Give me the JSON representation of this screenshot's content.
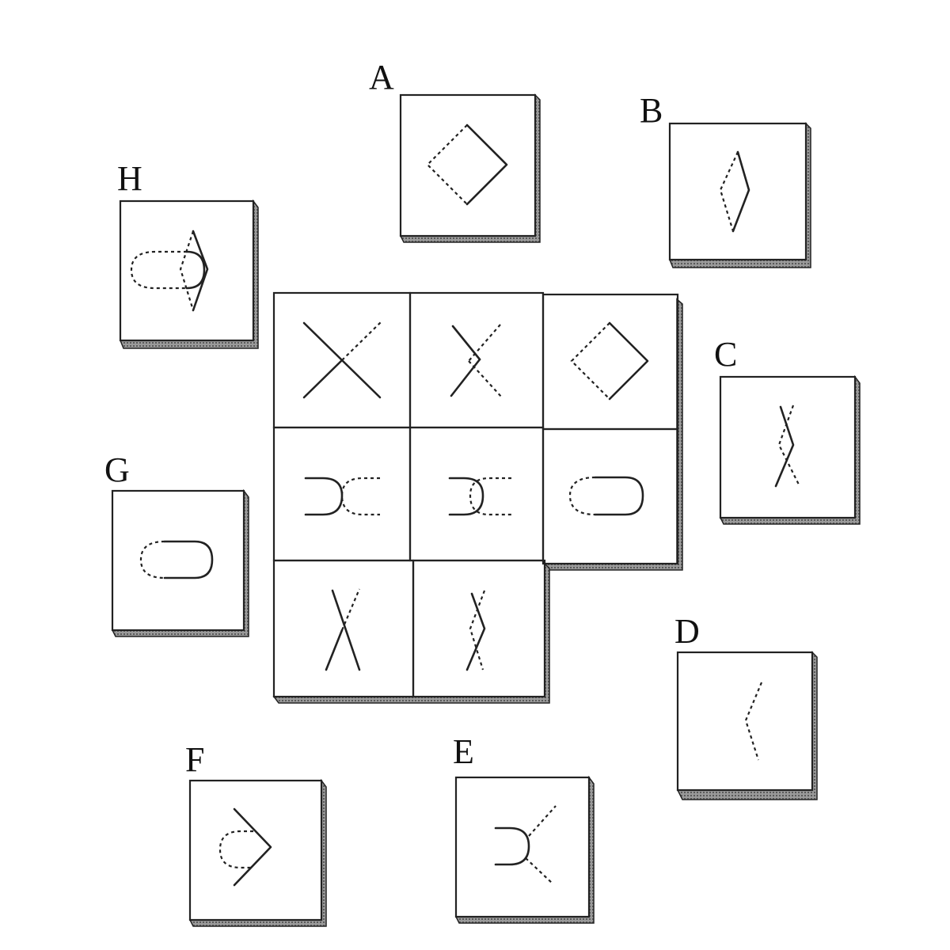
{
  "matrix": {
    "rows": 3,
    "cols": 3,
    "cells": [
      {
        "row": 0,
        "col": 0,
        "figure": "cross"
      },
      {
        "row": 0,
        "col": 1,
        "figure": "cross-folded"
      },
      {
        "row": 0,
        "col": 2,
        "figure": "diamond"
      },
      {
        "row": 1,
        "col": 0,
        "figure": "brackets"
      },
      {
        "row": 1,
        "col": 1,
        "figure": "brackets-overlap"
      },
      {
        "row": 1,
        "col": 2,
        "figure": "stadium"
      },
      {
        "row": 2,
        "col": 0,
        "figure": "narrow-cross"
      },
      {
        "row": 2,
        "col": 1,
        "figure": "narrow-cross-folded"
      },
      {
        "row": 2,
        "col": 2,
        "figure": "missing"
      }
    ]
  },
  "options": [
    {
      "label": "A",
      "figure": "diamond-small"
    },
    {
      "label": "B",
      "figure": "thin-diamond"
    },
    {
      "label": "C",
      "figure": "narrow-cross-folded"
    },
    {
      "label": "D",
      "figure": "dashed-chevron"
    },
    {
      "label": "E",
      "figure": "bracket-v"
    },
    {
      "label": "F",
      "figure": "arc-chevron"
    },
    {
      "label": "G",
      "figure": "stadium-small"
    },
    {
      "label": "H",
      "figure": "stadium-diamond"
    }
  ]
}
